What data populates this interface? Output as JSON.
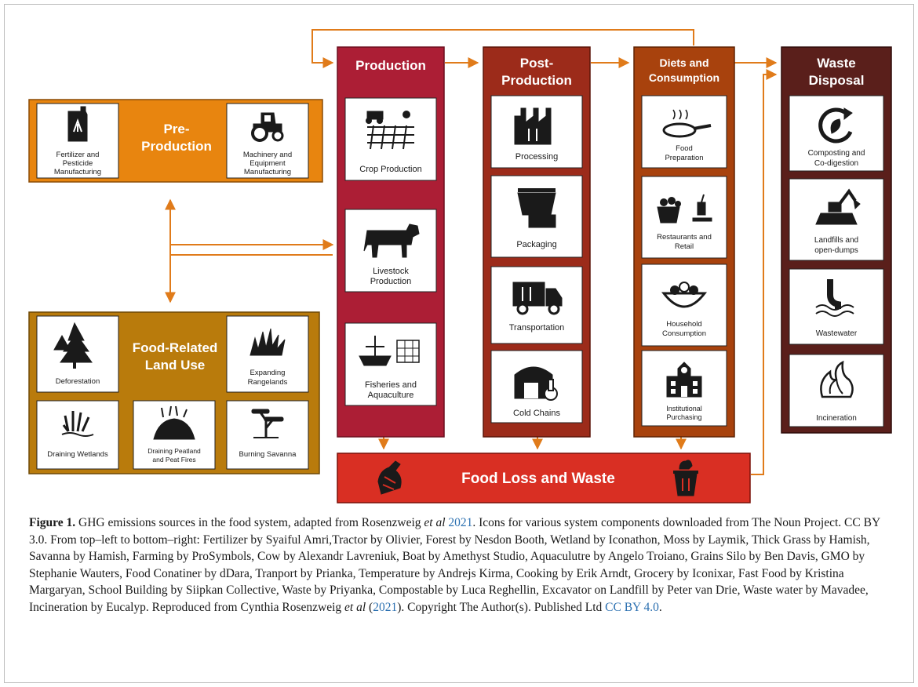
{
  "diagram": {
    "pre_production": {
      "title_line1": "Pre-",
      "title_line2": "Production",
      "items": [
        {
          "icon": "fertilizer-icon",
          "lines": [
            "Fertilizer and",
            "Pesticide",
            "Manufacturing"
          ]
        },
        {
          "icon": "tractor-icon",
          "lines": [
            "Machinery and",
            "Equipment",
            "Manufacturing"
          ]
        }
      ]
    },
    "land_use": {
      "title_line1": "Food-Related",
      "title_line2": "Land Use",
      "items": [
        {
          "icon": "forest-icon",
          "lines": [
            "Deforestation"
          ]
        },
        {
          "icon": "grass-icon",
          "lines": [
            "Expanding",
            "Rangelands"
          ]
        },
        {
          "icon": "wetland-icon",
          "lines": [
            "Draining Wetlands"
          ]
        },
        {
          "icon": "moss-icon",
          "lines": [
            "Draining Peatland",
            "and Peat Fires"
          ]
        },
        {
          "icon": "savanna-icon",
          "lines": [
            "Burning Savanna"
          ]
        }
      ]
    },
    "production": {
      "title": "Production",
      "items": [
        {
          "icon": "farming-icon",
          "lines": [
            "Crop Production"
          ]
        },
        {
          "icon": "cow-icon",
          "lines": [
            "Livestock",
            "Production"
          ]
        },
        {
          "icon": "boat-icon",
          "lines": [
            "Fisheries and",
            "Aquaculture"
          ]
        }
      ]
    },
    "post_production": {
      "title_line1": "Post-",
      "title_line2": "Production",
      "items": [
        {
          "icon": "factory-icon",
          "lines": [
            "Processing"
          ]
        },
        {
          "icon": "food-container-icon",
          "lines": [
            "Packaging"
          ]
        },
        {
          "icon": "truck-icon",
          "lines": [
            "Transportation"
          ]
        },
        {
          "icon": "cold-storage-icon",
          "lines": [
            "Cold Chains"
          ]
        }
      ]
    },
    "consumption": {
      "title_line1": "Diets and",
      "title_line2": "Consumption",
      "items": [
        {
          "icon": "cooking-pan-icon",
          "lines": [
            "Food",
            "Preparation"
          ]
        },
        {
          "icon": "grocery-icon",
          "lines": [
            "Restaurants and",
            "Retail"
          ]
        },
        {
          "icon": "bowl-icon",
          "lines": [
            "Household",
            "Consumption"
          ]
        },
        {
          "icon": "school-icon",
          "lines": [
            "Institutional",
            "Purchasing"
          ]
        }
      ]
    },
    "waste_disposal": {
      "title_line1": "Waste",
      "title_line2": "Disposal",
      "items": [
        {
          "icon": "compost-icon",
          "lines": [
            "Composting and",
            "Co-digestion"
          ]
        },
        {
          "icon": "excavator-icon",
          "lines": [
            "Landfills and",
            "open-dumps"
          ]
        },
        {
          "icon": "wastewater-icon",
          "lines": [
            "Wastewater"
          ]
        },
        {
          "icon": "fire-icon",
          "lines": [
            "Incineration"
          ]
        }
      ]
    },
    "food_loss": {
      "title": "Food Loss and Waste"
    },
    "colors": {
      "pre_production": "#e8850f",
      "land_use": "#b97b0c",
      "production": "#ac1e35",
      "post_production": "#9c2b1a",
      "consumption": "#a8420d",
      "waste_disposal": "#5a1f1b",
      "food_loss": "#d92f23",
      "arrow": "#e07b1a"
    }
  },
  "caption": {
    "label": "Figure 1.",
    "text": " GHG emissions sources in the food system, adapted from Rosenzweig ",
    "et_al": "et al",
    "year_link": "2021",
    "body": ". Icons for various system components downloaded from The Noun Project. CC BY 3.0. From top–left to bottom–right: Fertilizer by Syaiful Amri,Tractor by Olivier, Forest by Nesdon Booth, Wetland by Iconathon, Moss by Laymik, Thick Grass by Hamish, Savanna by Hamish, Farming by ProSymbols, Cow by Alexandr Lavreniuk, Boat by Amethyst Studio, Aquaculutre by Angelo Troiano, Grains Silo by Ben Davis, GMO by Stephanie Wauters, Food Conatiner by dDara, Tranport by Prianka, Temperature by Andrejs Kirma, Cooking by Erik Arndt, Grocery by Iconixar, Fast Food by Kristina Margaryan, School Building by Siipkan Collective, Waste by Priyanka, Compostable by Luca Reghellin, Excavator on Landfill by Peter van Drie, Waste water by Mavadee, Incineration by Eucalyp.",
    "repro_prefix": "Reproduced from Cynthia Rosenzweig ",
    "repro_et_al": "et al",
    "repro_open": " (",
    "repro_year": "2021",
    "repro_close": "). Copyright The Author(s). Published Ltd ",
    "license": "CC BY 4.0",
    "end": "."
  }
}
